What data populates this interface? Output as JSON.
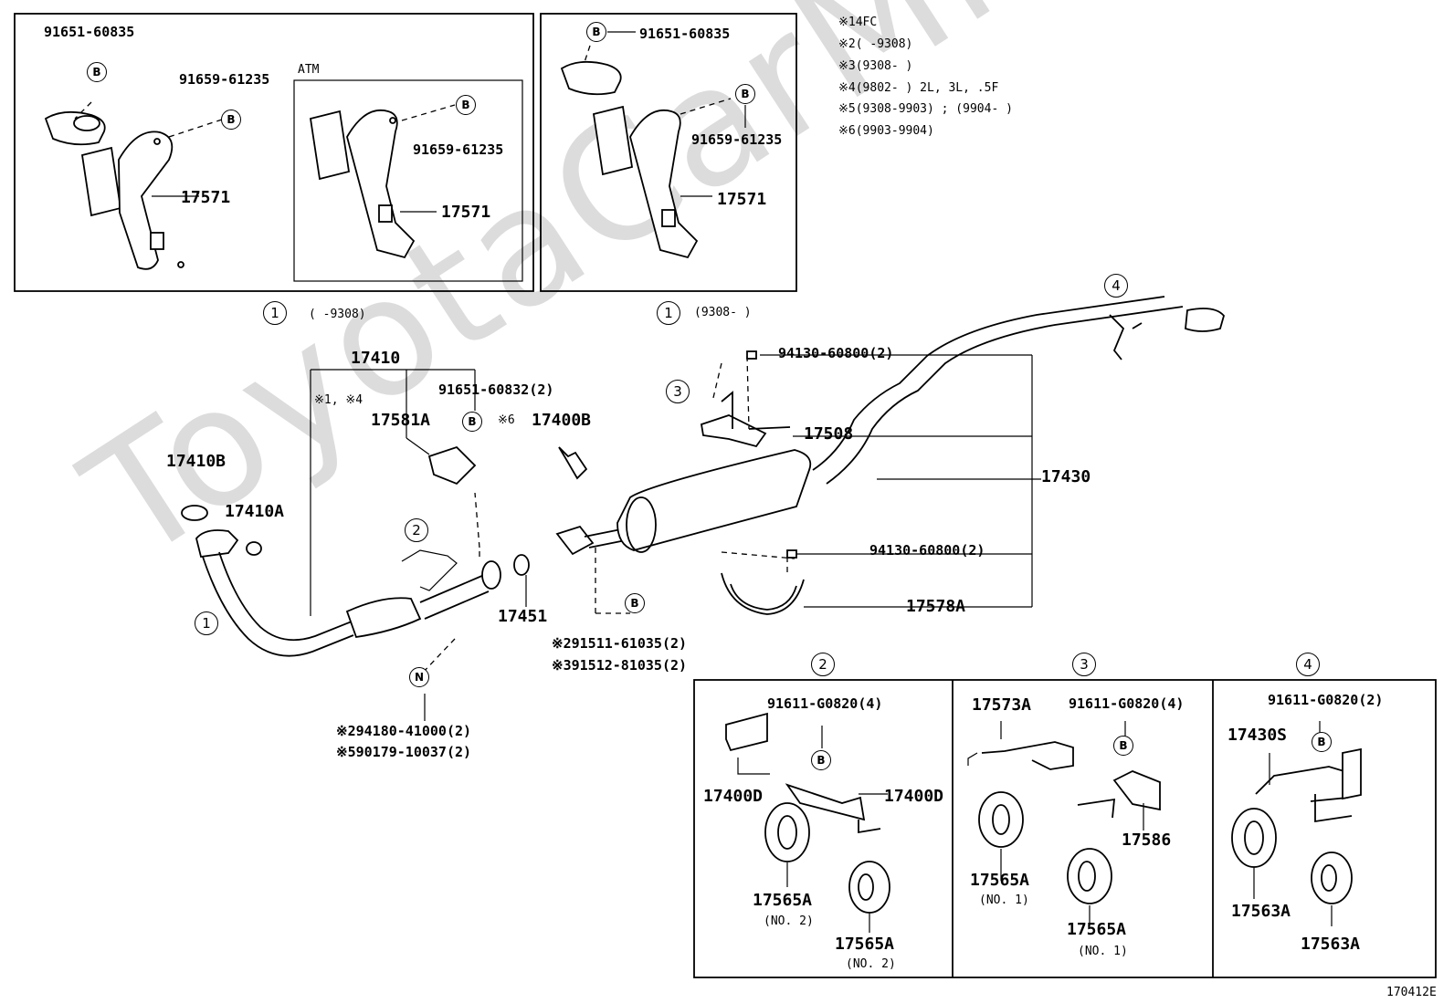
{
  "diagram": {
    "watermark": "ToyotaCarMine.ru",
    "doc_code": "170412E",
    "notes": [
      {
        "mark": "※1",
        "text": "4FC"
      },
      {
        "mark": "※2",
        "text": "(      -9308)"
      },
      {
        "mark": "※3",
        "text": "(9308-      )"
      },
      {
        "mark": "※4",
        "text": "(9802-      ) 2L, 3L, .5F"
      },
      {
        "mark": "※5",
        "text": "(9308-9903) ; (9904-      )"
      },
      {
        "mark": "※6",
        "text": "(9903-9904)"
      }
    ],
    "insets": {
      "a": {
        "caption_num": "1",
        "caption_text": "(      -9308)",
        "sub_label": "ATM"
      },
      "b": {
        "caption_num": "1",
        "caption_text": "(9308-      )"
      }
    },
    "detail_headers": [
      "2",
      "3",
      "4"
    ],
    "badges": {
      "b": "B",
      "n": "N"
    },
    "parts": {
      "p91651_60835": "91651-60835",
      "p91659_61235": "91659-61235",
      "p17571": "17571",
      "p17410": "17410",
      "p17410b": "17410B",
      "p17410a": "17410A",
      "p17581a": "17581A",
      "p91651_60832": "91651-60832(2)",
      "p17400b": "17400B",
      "p17451": "17451",
      "p94130_60800": "94130-60800(2)",
      "p17508": "17508",
      "p17430": "17430",
      "p17578a": "17578A",
      "p91511": "91511-61035(2)",
      "p91512": "91512-81035(2)",
      "p94180": "94180-41000(2)",
      "p90179": "90179-10037(2)",
      "p91611_4": "91611-G0820(4)",
      "p91611_2": "91611-G0820(2)",
      "p17400d": "17400D",
      "p17565a": "17565A",
      "p17573a": "17573A",
      "p17586": "17586",
      "p17430s": "17430S",
      "p17563a": "17563A"
    },
    "marks": {
      "m14": "※1, ※4",
      "m2": "※2",
      "m3": "※3",
      "m5": "※5",
      "m6": "※6"
    },
    "sub_notes": {
      "no1": "(NO. 1)",
      "no2": "(NO. 2)"
    },
    "ref_nums": {
      "r1": "1",
      "r2": "2",
      "r3": "3",
      "r4": "4"
    }
  }
}
